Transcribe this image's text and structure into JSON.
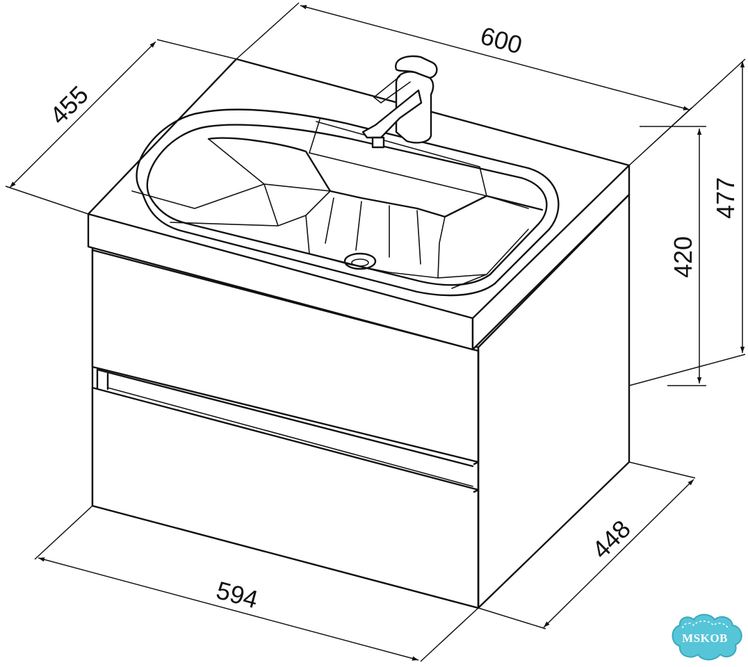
{
  "dimensions": {
    "width_top": "600",
    "depth_top": "455",
    "height_total": "477",
    "height_cabinet": "420",
    "width_bottom": "594",
    "depth_bottom": "448"
  },
  "watermark": {
    "text": "MSKOB",
    "color": "#56c5d8"
  },
  "colors": {
    "line": "#111111",
    "background": "#ffffff"
  }
}
